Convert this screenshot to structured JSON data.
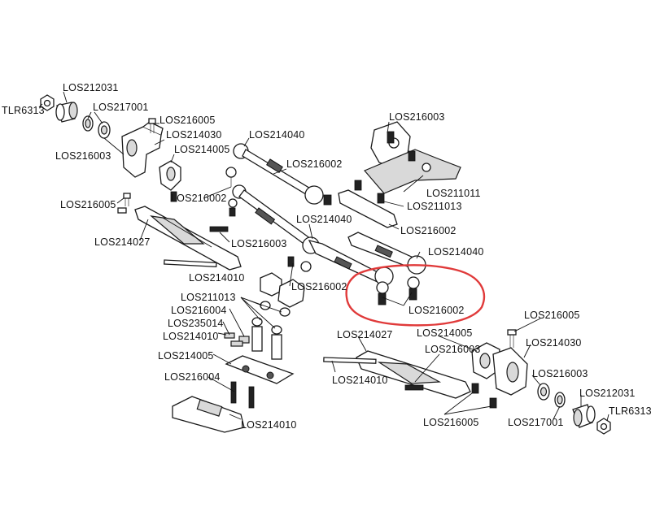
{
  "labels": {
    "l01": "LOS212031",
    "l02": "TLR6313",
    "l03": "LOS217001",
    "l04": "LOS216005",
    "l05": "LOS214030",
    "l06": "LOS216003",
    "l07": "LOS214005",
    "l08": "LOS214040",
    "l09": "LOS216003",
    "l10": "LOS216002",
    "l11": "LOS211011",
    "l12": "LOS216005",
    "l13": "LOS216002",
    "l14": "LOS211013",
    "l15": "LOS214040",
    "l16": "LOS216002",
    "l17": "LOS214027",
    "l18": "LOS216003",
    "l19": "LOS214040",
    "l20": "LOS214010",
    "l21": "LOS211013",
    "l22": "LOS216002",
    "l23": "LOS216004",
    "l24": "LOS216002",
    "l25": "LOS235014",
    "l26": "LOS216005",
    "l27": "LOS214010",
    "l28": "LOS214005",
    "l29": "LOS214027",
    "l30": "LOS214030",
    "l31": "LOS214005",
    "l32": "LOS216003",
    "l33": "LOS214010",
    "l34": "LOS216003",
    "l35": "LOS216004",
    "l36": "LOS212031",
    "l37": "LOS216005",
    "l38": "LOS217001",
    "l39": "TLR6313",
    "l40": "LOS214010"
  },
  "highlight": {
    "color": "#e03a3a",
    "target": "LOS216002"
  }
}
